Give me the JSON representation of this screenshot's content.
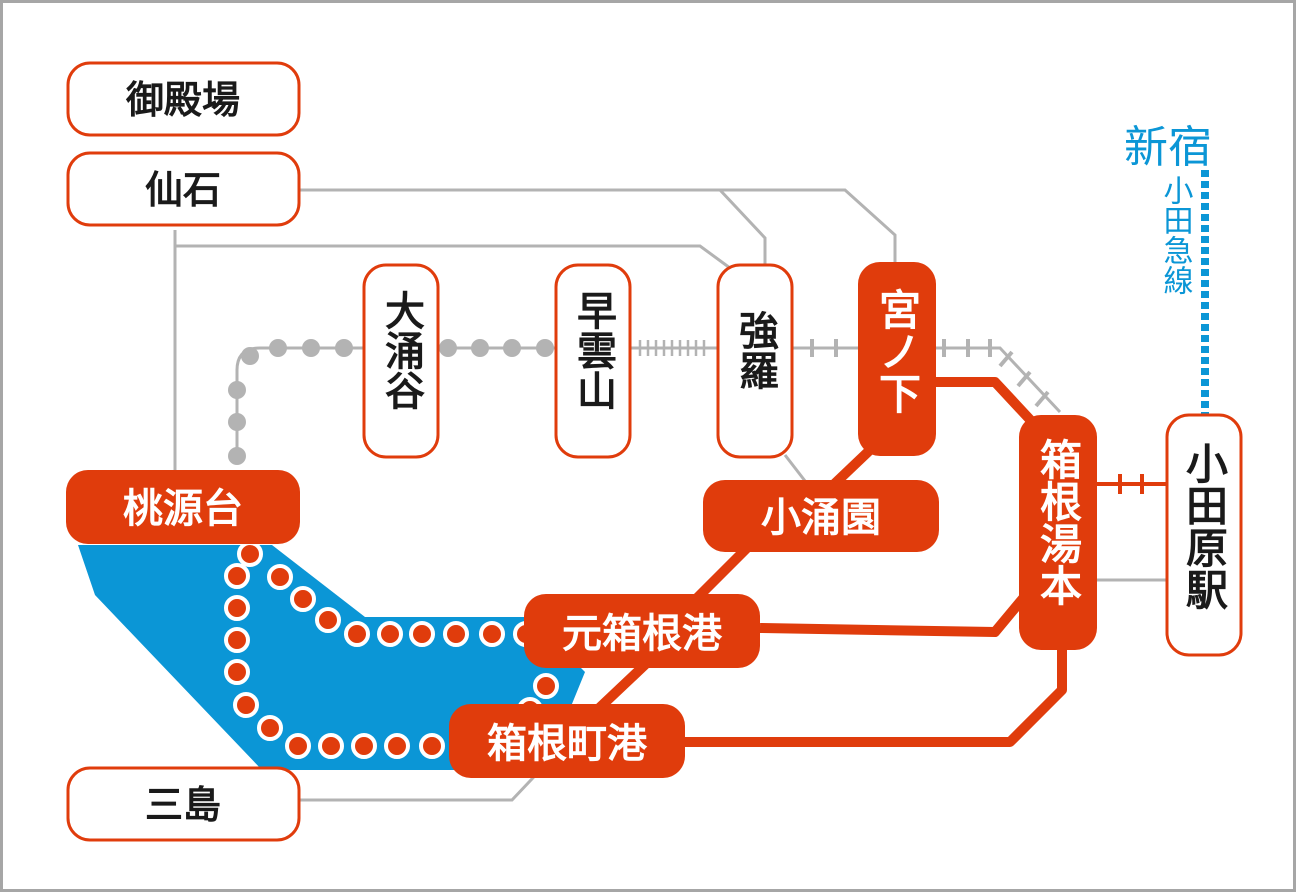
{
  "colors": {
    "accent": "#e03c0c",
    "lake": "#0b96d6",
    "rail_gray": "#b3b3b3",
    "frame": "#a6a6a6",
    "odakyu_blue": "#0b96d6",
    "white": "#ffffff",
    "black": "#1a1a1a"
  },
  "stations": {
    "gotemba": "御殿場",
    "sengoku": "仙石",
    "owakudani": "大涌谷",
    "soun": "早雲山",
    "gora": "強羅",
    "miyanoshita": "宮ノ下",
    "togendai": "桃源台",
    "kowakien": "小涌園",
    "hakone_yumoto": "箱根湯本",
    "odawara": "小田原駅",
    "motohakone": "元箱根港",
    "hakonemachi": "箱根町港",
    "mishima": "三島"
  },
  "lines": {
    "shinjuku": "新宿",
    "odakyu": "小田急線"
  }
}
